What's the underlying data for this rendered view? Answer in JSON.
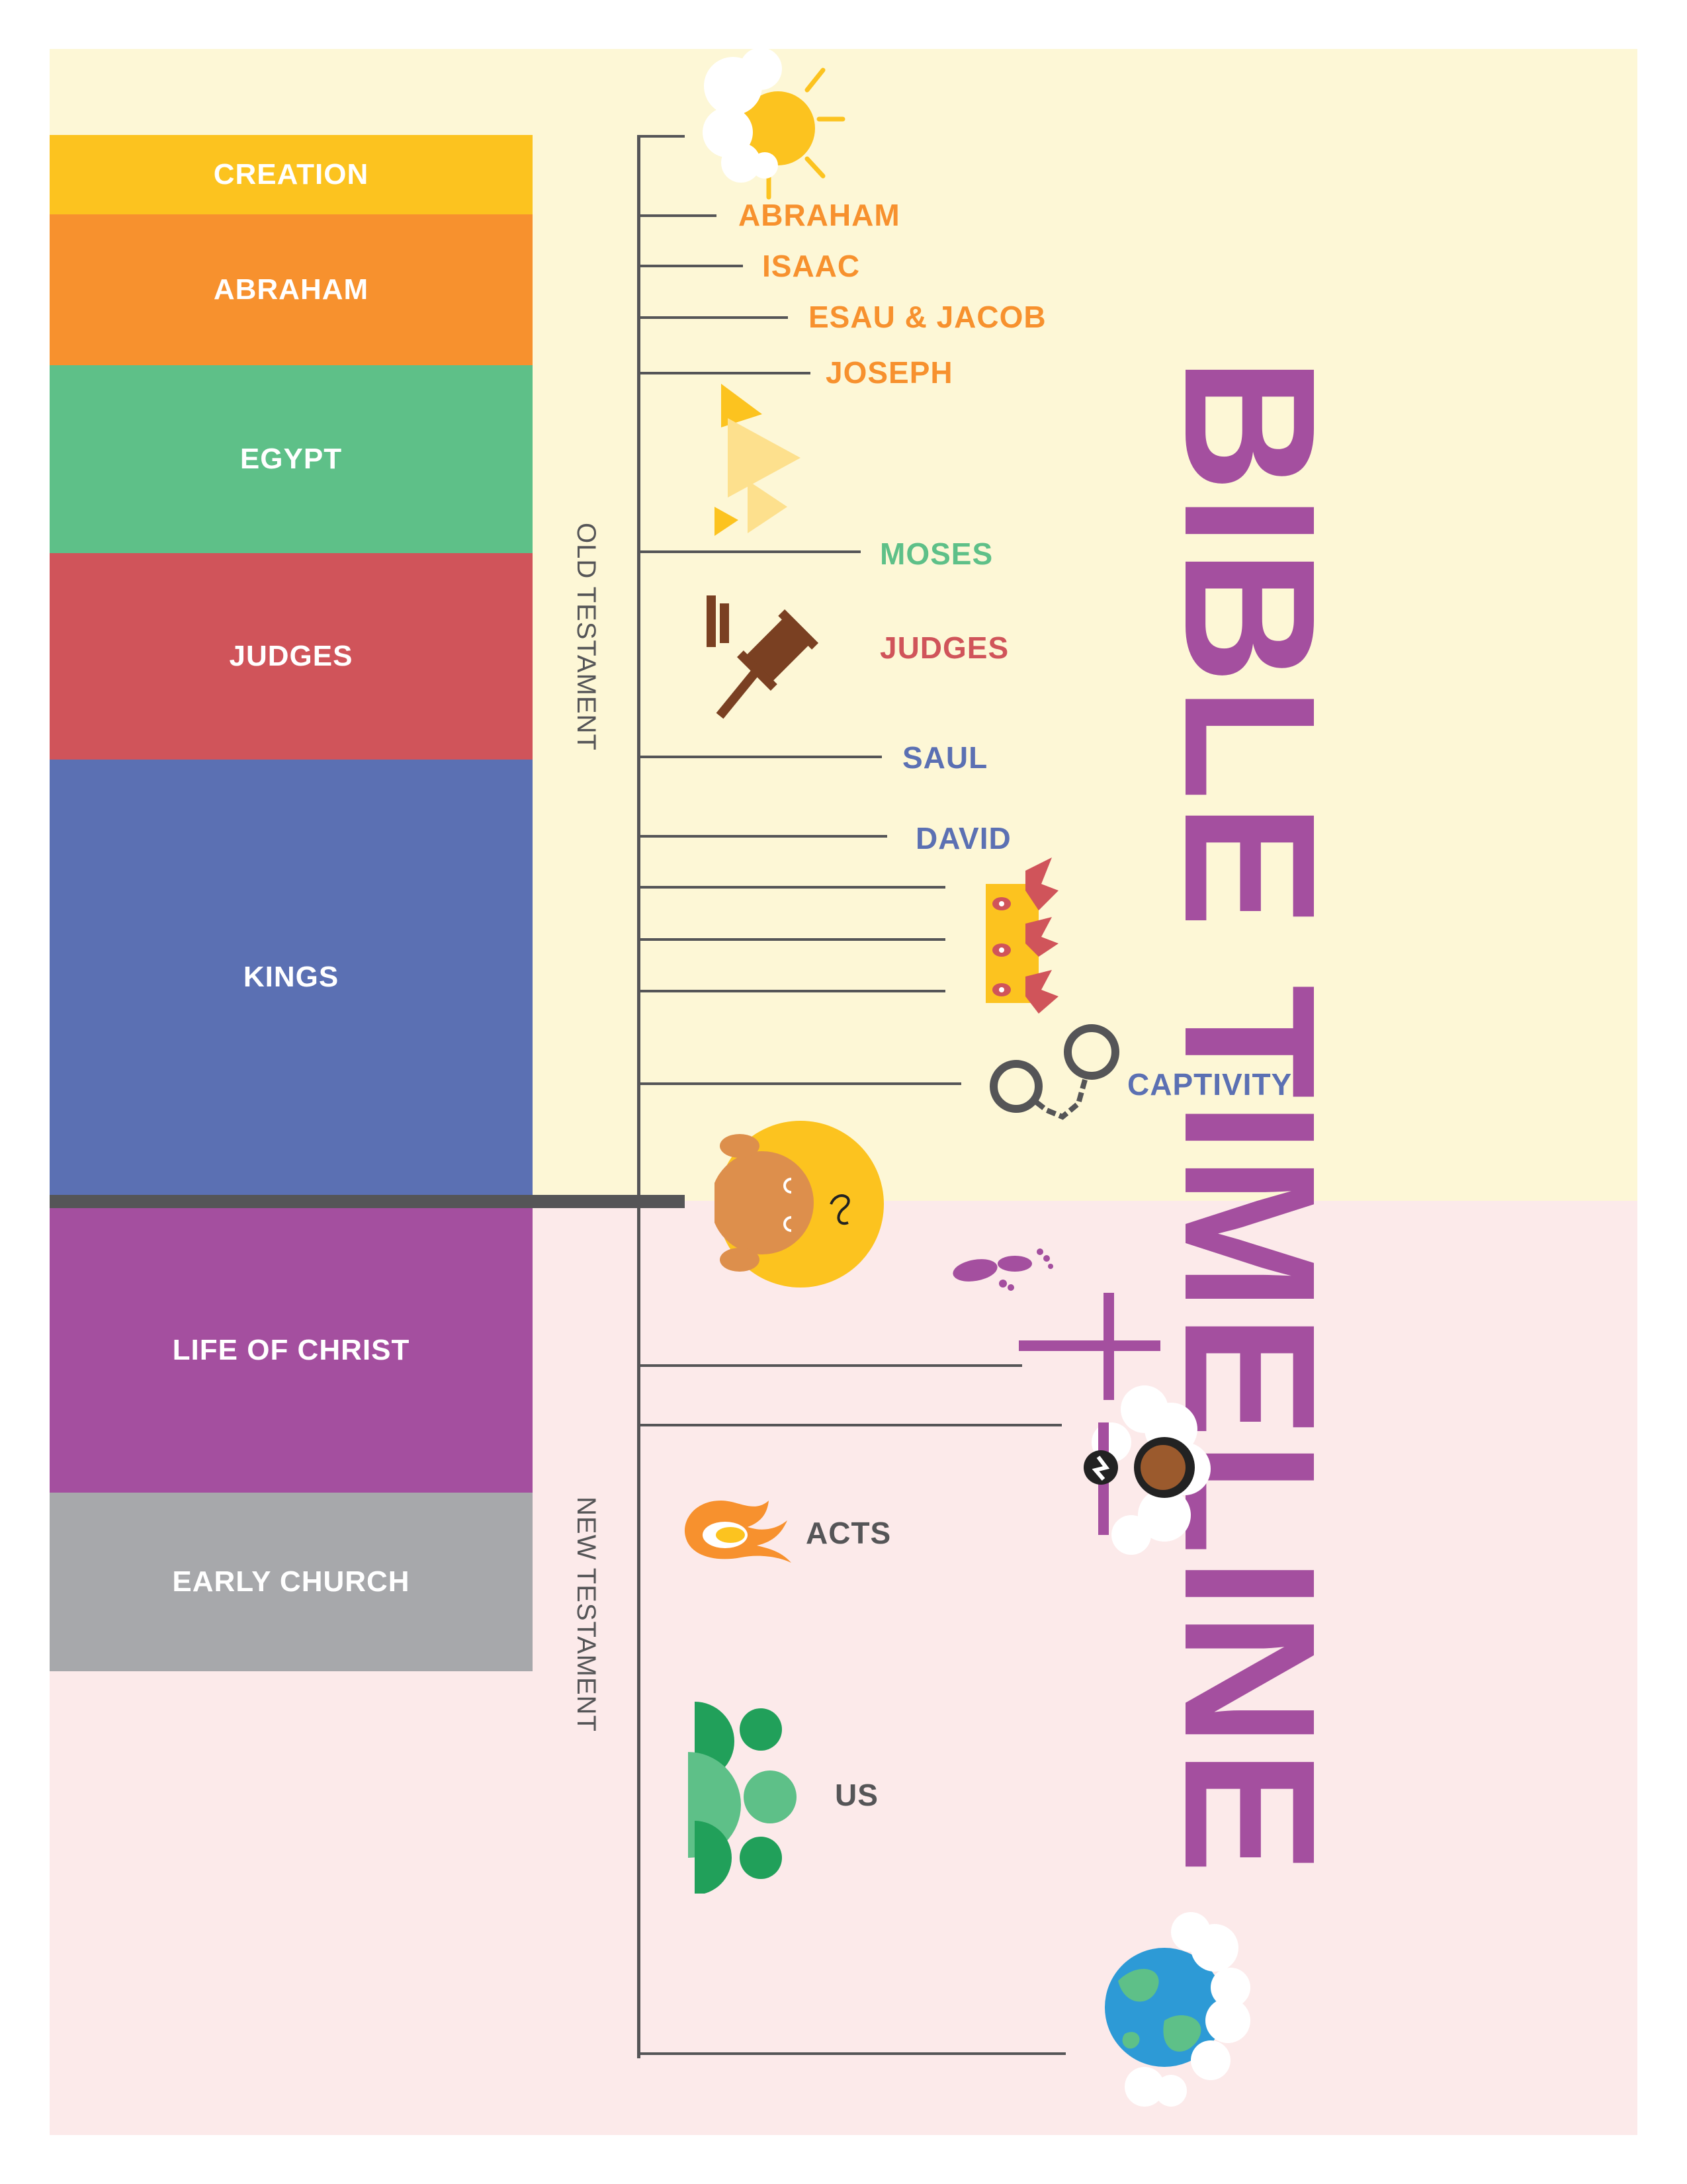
{
  "title": "BIBLE TIMELINE",
  "section_labels": {
    "old": "OLD TESTAMENT",
    "new": "NEW TESTAMENT"
  },
  "eras": [
    {
      "label": "CREATION",
      "color": "#fcc31f"
    },
    {
      "label": "ABRAHAM",
      "color": "#f7912e"
    },
    {
      "label": "EGYPT",
      "color": "#5ec088"
    },
    {
      "label": "JUDGES",
      "color": "#d0545a"
    },
    {
      "label": "KINGS",
      "color": "#5b70b3"
    },
    {
      "label": "LIFE OF CHRIST",
      "color": "#a44f9f"
    },
    {
      "label": "EARLY CHURCH",
      "color": "#a7a8ab"
    }
  ],
  "events": [
    {
      "label": "ABRAHAM",
      "color": "#f7912e"
    },
    {
      "label": "ISAAC",
      "color": "#f7912e"
    },
    {
      "label": "ESAU & JACOB",
      "color": "#f7912e"
    },
    {
      "label": "JOSEPH",
      "color": "#f7912e"
    },
    {
      "label": "MOSES",
      "color": "#5ec088"
    },
    {
      "label": "JUDGES",
      "color": "#d0545a"
    },
    {
      "label": "SAUL",
      "color": "#5b70b3"
    },
    {
      "label": "DAVID",
      "color": "#5b70b3"
    },
    {
      "label": "CAPTIVITY",
      "color": "#5b70b3"
    },
    {
      "label": "ACTS",
      "color": "#555557"
    },
    {
      "label": "US",
      "color": "#555557"
    }
  ],
  "icons": [
    "sun-icon",
    "pyramids-icon",
    "gavel-icon",
    "crown-icon",
    "handcuffs-icon",
    "baby-icon",
    "footprints-icon",
    "cross-icon",
    "risen-christ-icon",
    "flame-icon",
    "people-icon",
    "earth-icon"
  ],
  "colors": {
    "title": "#a44f9f",
    "axis": "#555557",
    "old_background": "#fdf7d6",
    "new_background": "#fceaea"
  }
}
